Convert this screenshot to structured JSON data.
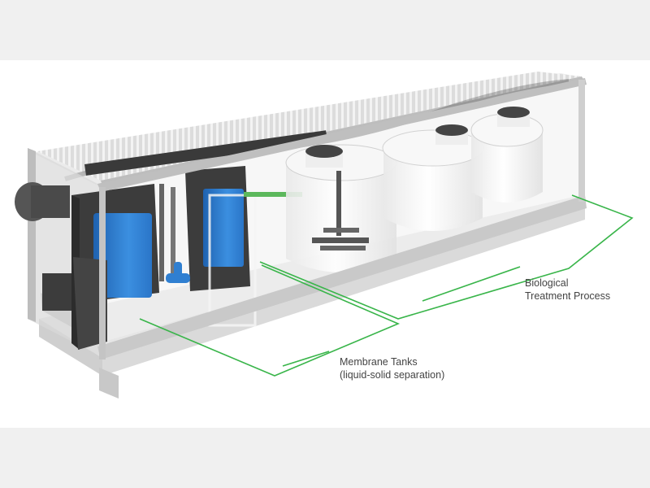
{
  "labels": {
    "biological": {
      "line1": "Biological",
      "line2": "Treatment Process"
    },
    "membrane": {
      "line1": "Membrane Tanks",
      "line2": "(liquid-solid separation)"
    }
  },
  "colors": {
    "background": "#f0f0f0",
    "panel": "#ffffff",
    "frame": "#d4d4d4",
    "callout_line": "#39b54a",
    "membrane_blue": "#2f7fd1",
    "tank_dark": "#3c3c3c",
    "pipe_green": "#5cb85c"
  }
}
